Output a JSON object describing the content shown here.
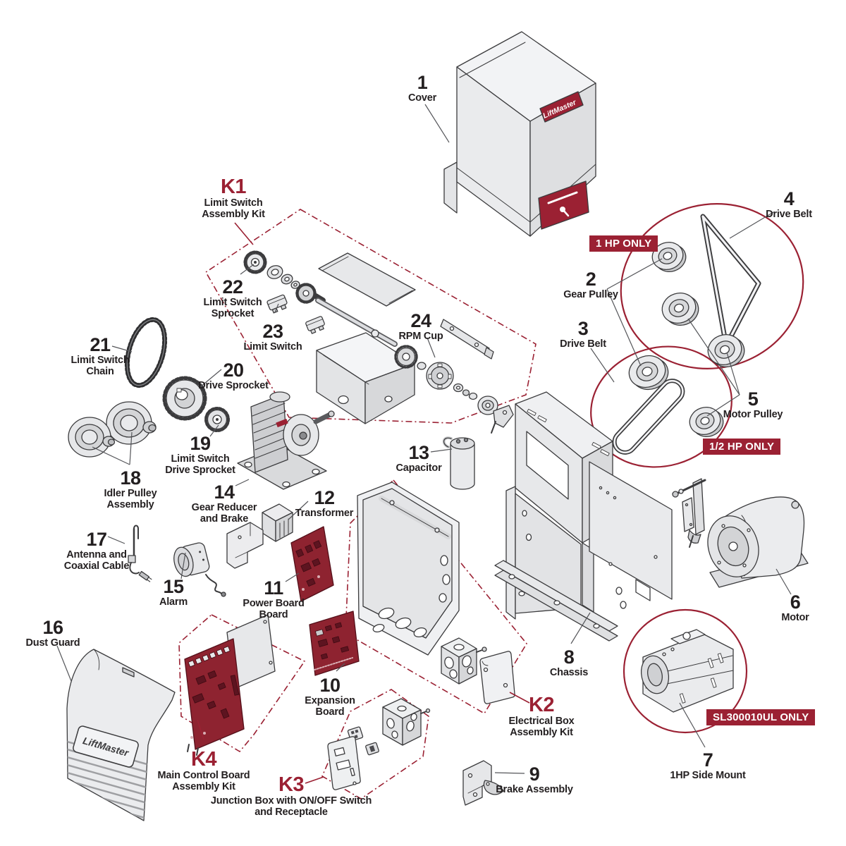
{
  "diagram": {
    "brand": "LiftMaster",
    "accent_color": "#9B2133",
    "board_color": "#8E2330",
    "parts": [
      {
        "num": "1",
        "name": "Cover"
      },
      {
        "num": "2",
        "name": "Gear Pulley"
      },
      {
        "num": "3",
        "name": "Drive Belt"
      },
      {
        "num": "4",
        "name": "Drive Belt"
      },
      {
        "num": "5",
        "name": "Motor Pulley"
      },
      {
        "num": "6",
        "name": "Motor"
      },
      {
        "num": "7",
        "name": "1HP Side Mount"
      },
      {
        "num": "8",
        "name": "Chassis"
      },
      {
        "num": "9",
        "name": "Brake Assembly"
      },
      {
        "num": "10",
        "name": "Expansion Board"
      },
      {
        "num": "11",
        "name": "Power Board Board"
      },
      {
        "num": "12",
        "name": "Transformer"
      },
      {
        "num": "13",
        "name": "Capacitor"
      },
      {
        "num": "14",
        "name": "Gear Reducer and Brake"
      },
      {
        "num": "15",
        "name": "Alarm"
      },
      {
        "num": "16",
        "name": "Dust Guard"
      },
      {
        "num": "17",
        "name": "Antenna and Coaxial Cable"
      },
      {
        "num": "18",
        "name": "Idler Pulley Assembly"
      },
      {
        "num": "19",
        "name": "Limit Switch Drive Sprocket"
      },
      {
        "num": "20",
        "name": "Drive Sprocket"
      },
      {
        "num": "21",
        "name": "Limit Switch Chain"
      },
      {
        "num": "22",
        "name": "Limit Switch Sprocket"
      },
      {
        "num": "23",
        "name": "Limit Switch"
      },
      {
        "num": "24",
        "name": "RPM Cup"
      }
    ],
    "kits": [
      {
        "id": "K1",
        "name": "Limit Switch Assembly Kit"
      },
      {
        "id": "K2",
        "name": "Electrical Box Assembly Kit"
      },
      {
        "id": "K3",
        "name": "Junction Box with ON/OFF Switch and Receptacle"
      },
      {
        "id": "K4",
        "name": "Main Control Board Assembly Kit"
      }
    ],
    "badges": [
      {
        "label": "1 HP ONLY"
      },
      {
        "label": "1/2 HP ONLY"
      },
      {
        "label": "SL300010UL ONLY"
      }
    ]
  }
}
